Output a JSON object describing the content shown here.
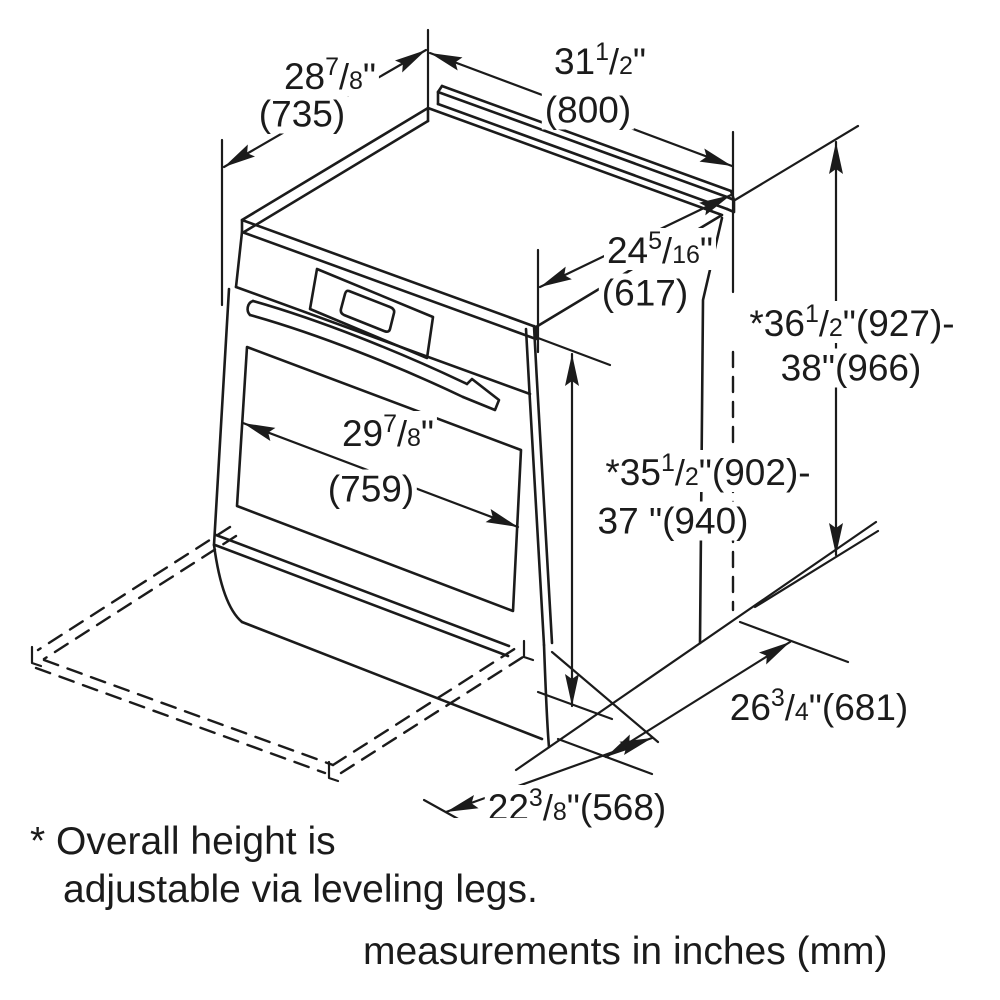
{
  "figure": {
    "dimensions": {
      "depth_overall": {
        "whole": "28",
        "num": "7",
        "den": "8",
        "unit": "\"",
        "mm": "(735)"
      },
      "width": {
        "whole": "31",
        "num": "1",
        "den": "2",
        "unit": "\"",
        "mm": "(800)"
      },
      "depth_body": {
        "whole": "24",
        "num": "5",
        "den": "16",
        "unit": "\"",
        "mm": "(617)"
      },
      "height_overall": {
        "prefix": "*",
        "whole": "36",
        "num": "1",
        "den": "2",
        "suffix": "\"(927)-",
        "line2": "38\"(966)"
      },
      "height_counter": {
        "prefix": "*",
        "whole": "35",
        "num": "1",
        "den": "2",
        "suffix": "\"(902)-",
        "line2": "37 \"(940)"
      },
      "door_width": {
        "whole": "29",
        "num": "7",
        "den": "8",
        "unit": "\"",
        "mm": "(759)"
      },
      "base_depth": {
        "whole": "26",
        "num": "3",
        "den": "4",
        "suffix": "\"(681)"
      },
      "base_width": {
        "whole": "22",
        "num": "3",
        "den": "8",
        "suffix": "\"(568)"
      }
    },
    "footnote_line1": "* Overall height is",
    "footnote_line2": "adjustable via leveling legs.",
    "units_note": "measurements in inches (mm)"
  }
}
